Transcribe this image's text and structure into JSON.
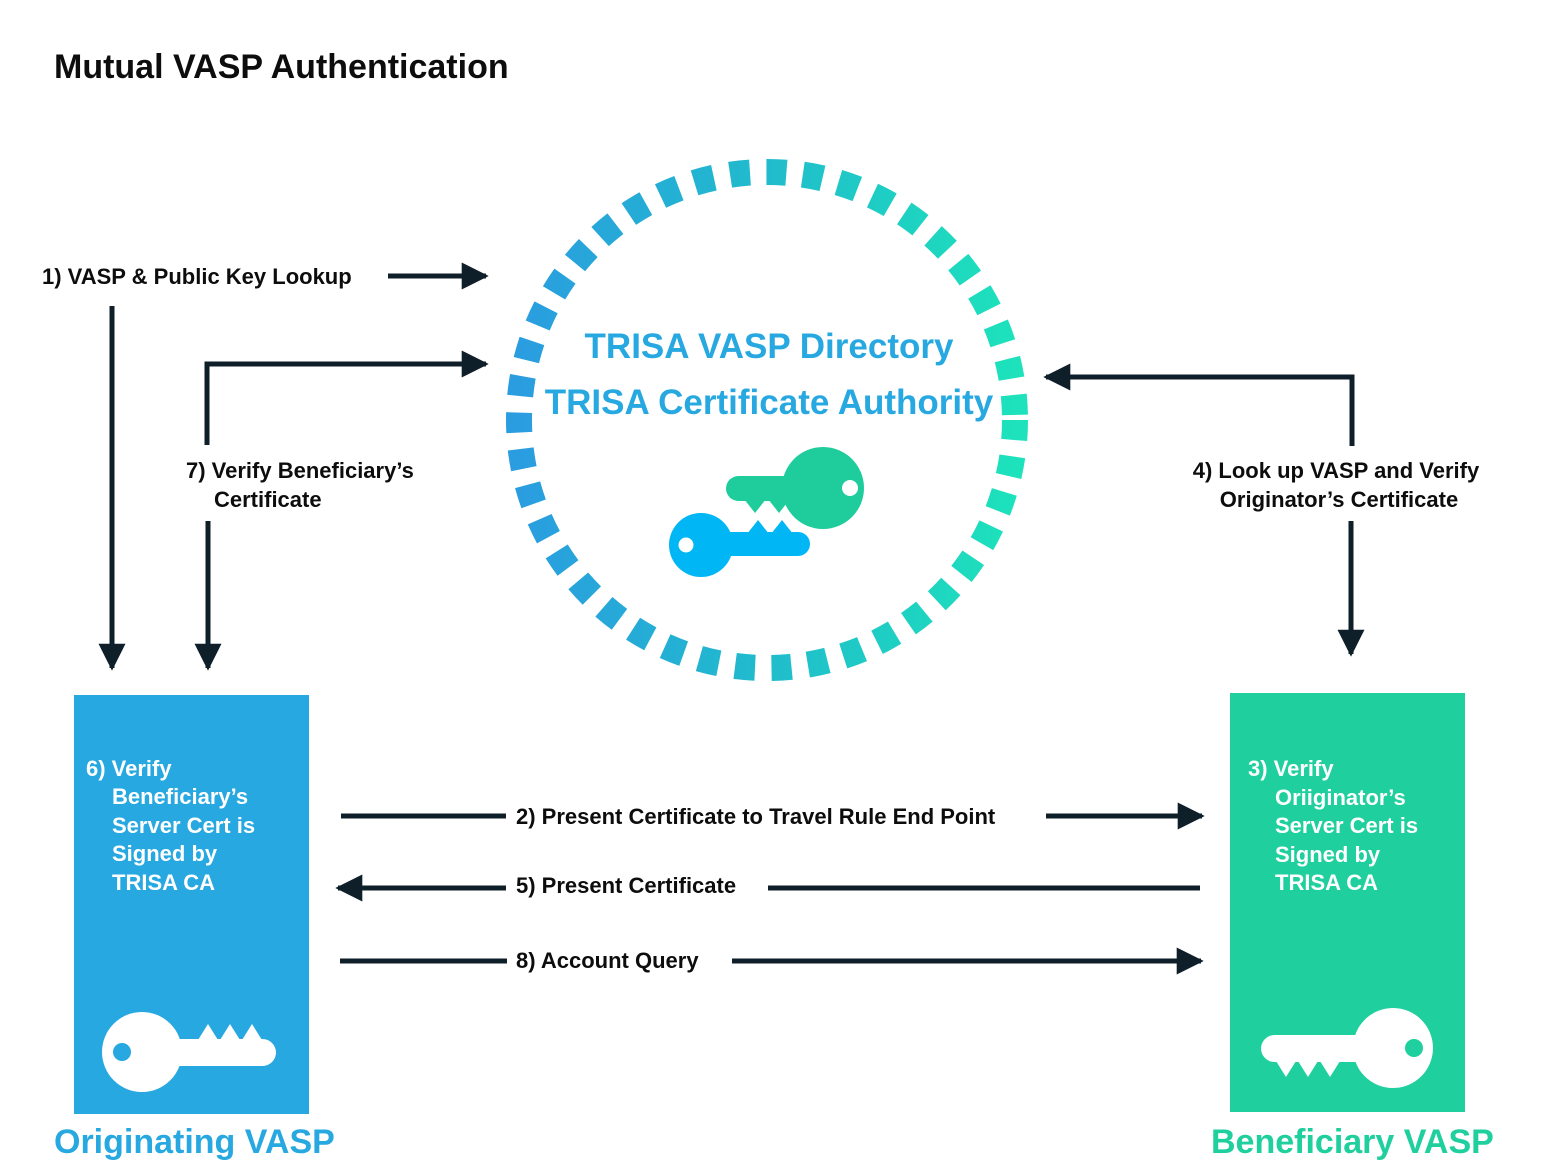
{
  "title": "Mutual VASP Authentication",
  "center": {
    "line1": "TRISA VASP Directory",
    "line2": "TRISA Certificate Authority"
  },
  "steps": {
    "s1": "1) VASP & Public Key Lookup",
    "s2": "2) Present Certificate to Travel Rule End Point",
    "s3": {
      "line1": "3) Verify",
      "line2": "Oriiginator’s",
      "line3": "Server Cert is",
      "line4": "Signed by",
      "line5": "TRISA CA"
    },
    "s4": {
      "line1": "4) Look up VASP and Verify",
      "line2": "Originator’s Certificate"
    },
    "s5": "5) Present Certificate",
    "s6": {
      "line1": "6) Verify",
      "line2": "Beneficiary’s",
      "line3": "Server Cert is",
      "line4": "Signed by",
      "line5": "TRISA CA"
    },
    "s7": {
      "line1": "7) Verify Beneficiary’s",
      "line2": "Certificate"
    },
    "s8": "8) Account Query"
  },
  "originating": {
    "label": "Originating VASP"
  },
  "beneficiary": {
    "label": "Beneficiary VASP"
  },
  "colors": {
    "blue": "#27a8e0",
    "green": "#1fcf9d",
    "arrow": "#0f1f2a",
    "key_blue": "#00b6f5",
    "key_green": "#1fcc9b"
  }
}
